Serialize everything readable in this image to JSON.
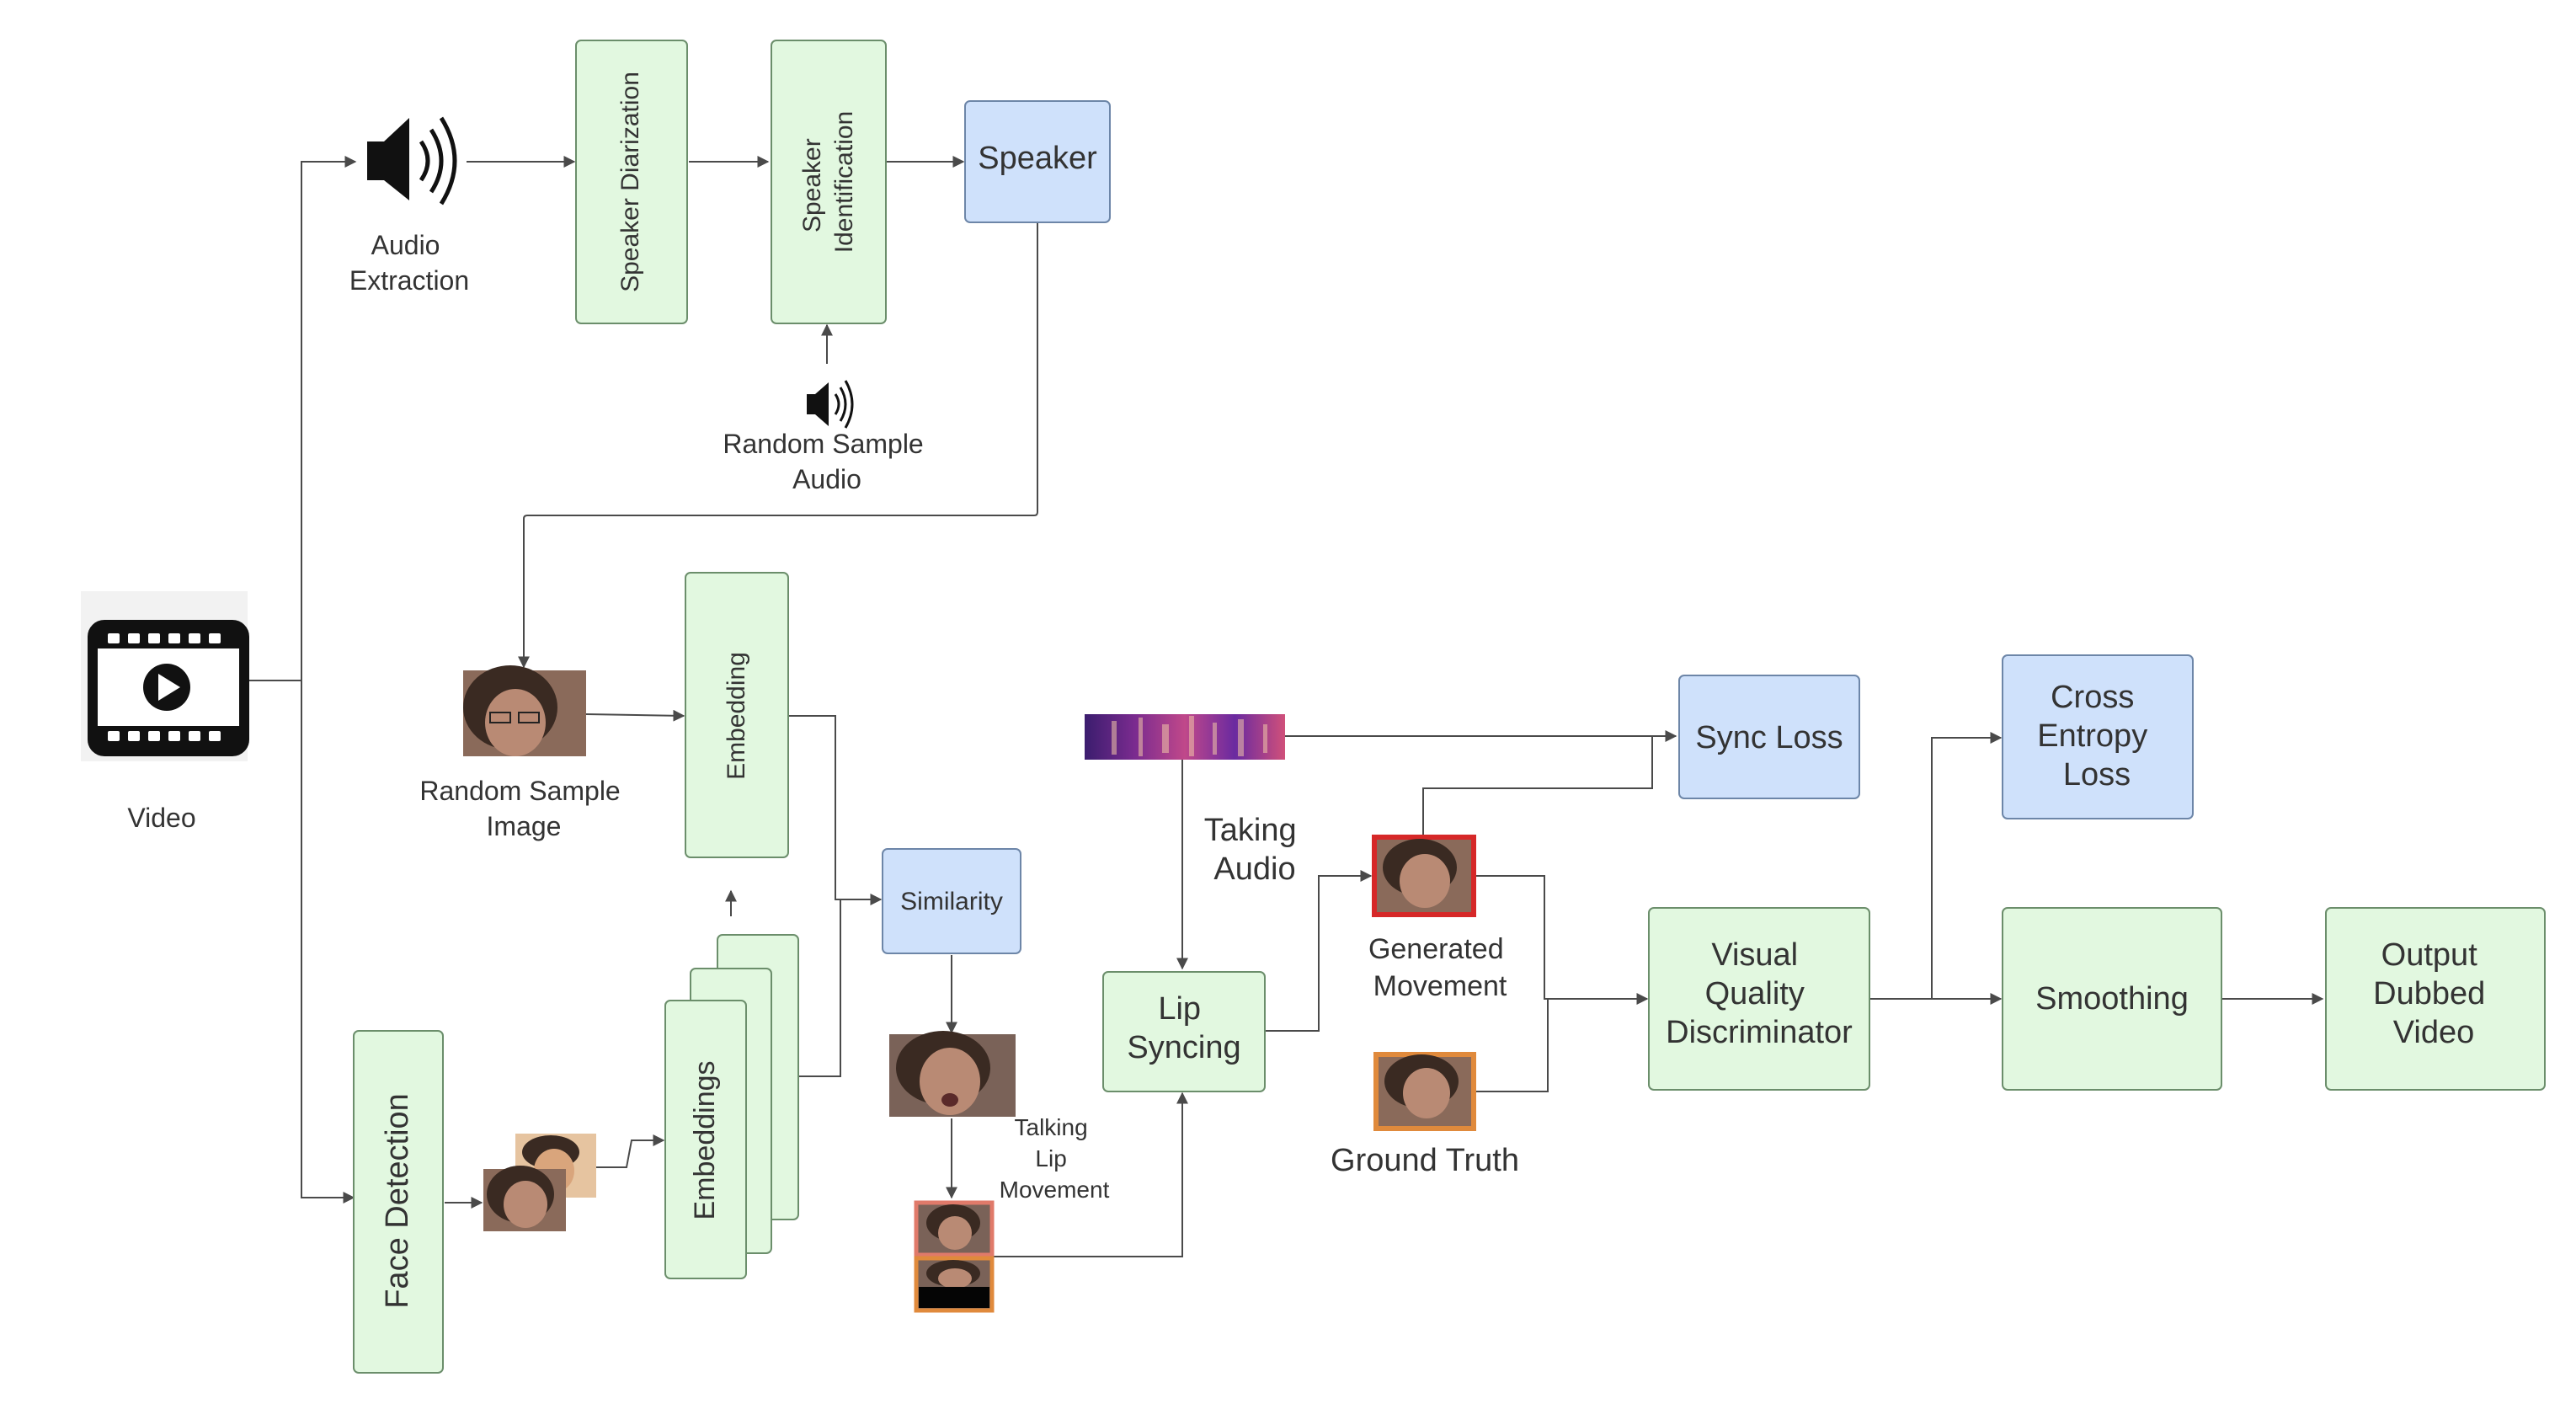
{
  "nodes": {
    "audio_extraction": [
      "Audio",
      "Extraction"
    ],
    "speaker_diarization": "Speaker Diarization",
    "speaker_identification": [
      "Speaker",
      "Identification"
    ],
    "speaker": "Speaker",
    "random_sample_audio": [
      "Random Sample",
      "Audio"
    ],
    "video": "Video",
    "random_sample_image": [
      "Random Sample",
      "Image"
    ],
    "embedding": "Embedding",
    "embeddings": "Embeddings",
    "face_detection": "Face Detection",
    "similarity": "Similarity",
    "talking_lip_movement": [
      "Talking",
      "Lip",
      "Movement"
    ],
    "taking_audio": [
      "Taking",
      "Audio"
    ],
    "lip_syncing": [
      "Lip",
      "Syncing"
    ],
    "generated_movement": [
      "Generated",
      "Movement"
    ],
    "ground_truth": "Ground Truth",
    "sync_loss": "Sync Loss",
    "visual_quality_discriminator": [
      "Visual",
      "Quality",
      "Discriminator"
    ],
    "cross_entropy_loss": [
      "Cross",
      "Entropy",
      "Loss"
    ],
    "smoothing": "Smoothing",
    "output_dubbed_video": [
      "Output",
      "Dubbed",
      "Video"
    ]
  },
  "icons": {
    "video": "video-film-icon",
    "audio": "speaker-icon",
    "small_audio": "speaker-icon"
  },
  "colors": {
    "process_fill": "#e2f8e0",
    "output_fill": "#cfe1fb",
    "edge": "#4a4a4a",
    "generated_border": "#d62828",
    "ground_truth_border": "#e08a3c"
  }
}
